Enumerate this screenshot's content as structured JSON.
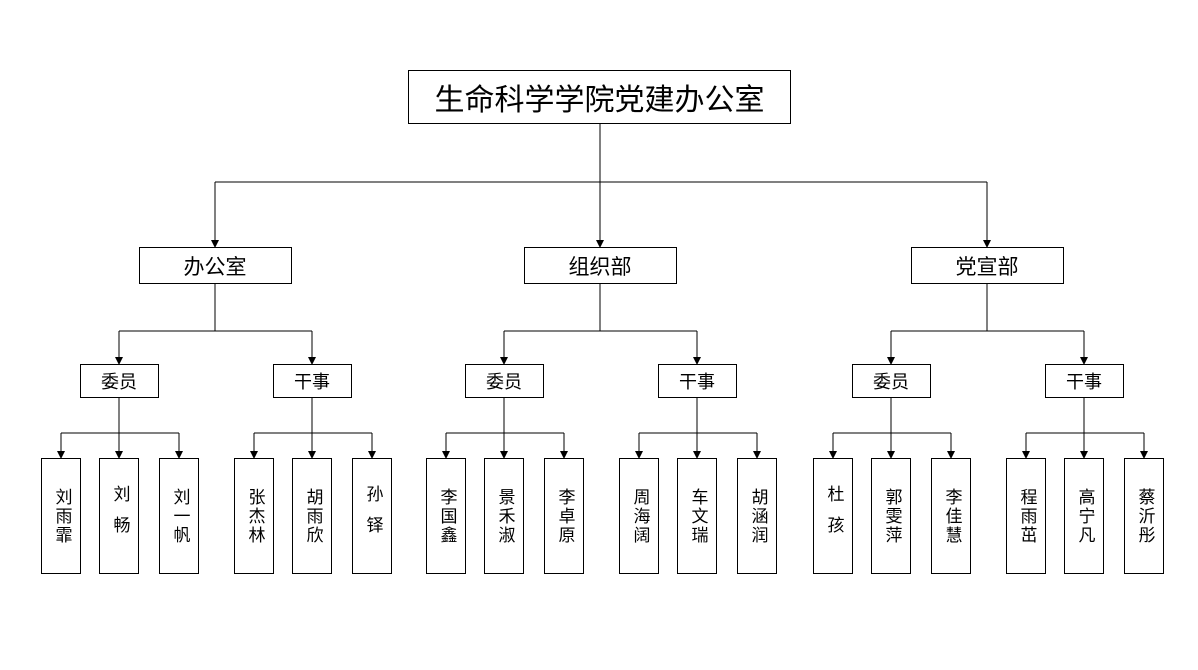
{
  "root": {
    "label": "生命科学学院党建办公室"
  },
  "departments": [
    {
      "label": "办公室",
      "groups": [
        {
          "label": "委员",
          "members": [
            "刘雨霏",
            "刘　畅",
            "刘一帆"
          ]
        },
        {
          "label": "干事",
          "members": [
            "张杰林",
            "胡雨欣",
            "孙　铎"
          ]
        }
      ]
    },
    {
      "label": "组织部",
      "groups": [
        {
          "label": "委员",
          "members": [
            "李国鑫",
            "景禾淑",
            "李卓原"
          ]
        },
        {
          "label": "干事",
          "members": [
            "周海阔",
            "车文瑞",
            "胡涵润"
          ]
        }
      ]
    },
    {
      "label": "党宣部",
      "groups": [
        {
          "label": "委员",
          "members": [
            "杜　孩",
            "郭雯萍",
            "李佳慧"
          ]
        },
        {
          "label": "干事",
          "members": [
            "程雨茁",
            "高宁凡",
            "蔡沂彤"
          ]
        }
      ]
    }
  ]
}
